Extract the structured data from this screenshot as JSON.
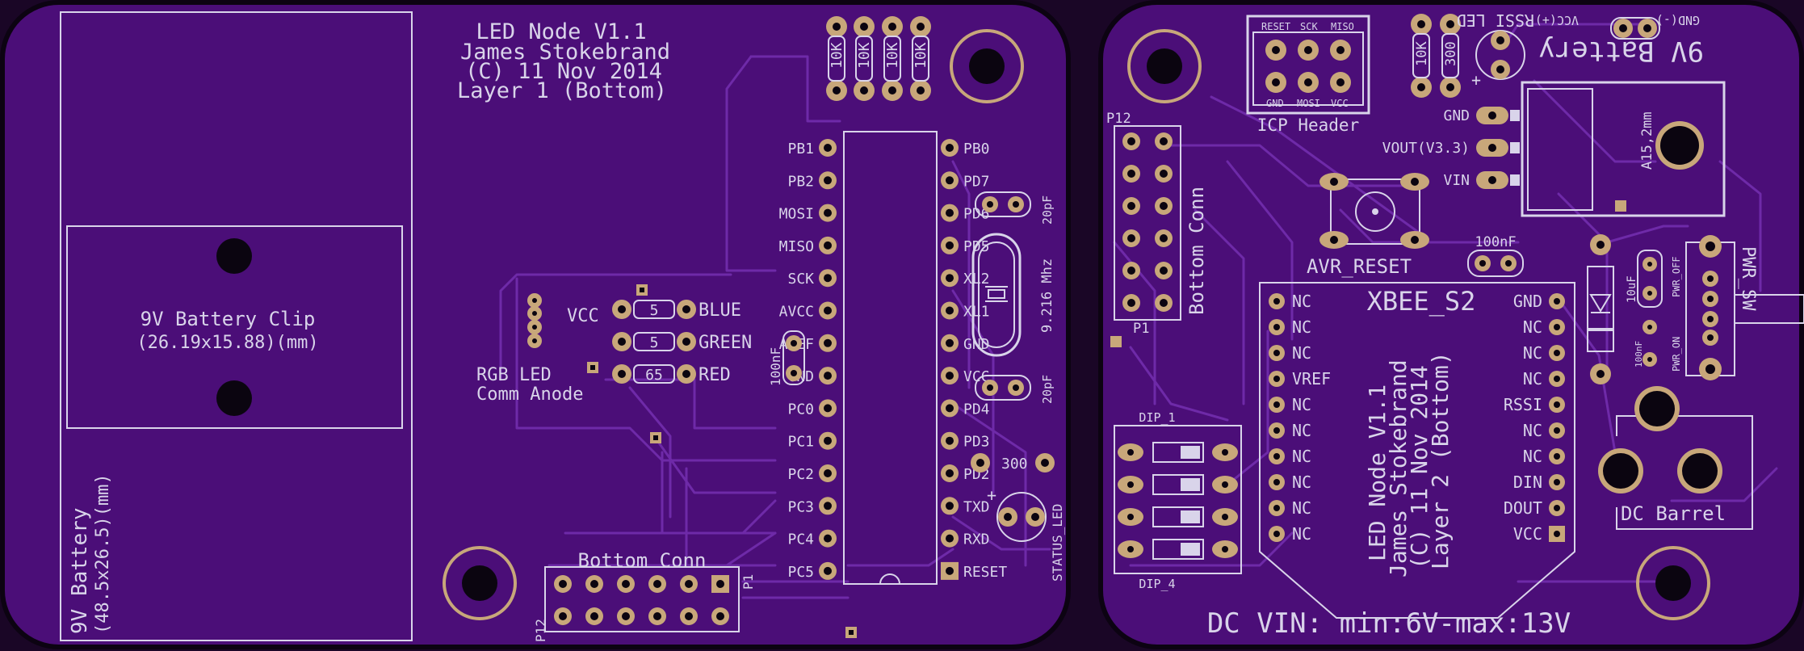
{
  "colors": {
    "board": "#4b0e78",
    "trace": "#6e2aa8",
    "silkscreen": "#d9d4ea",
    "pad": "#c8a77a",
    "hole": "#0b0510",
    "background": "#1a0626"
  },
  "layer1": {
    "title": [
      "LED Node V1.1",
      "James Stokebrand",
      "(C) 11 Nov 2014",
      "Layer 1 (Bottom)"
    ],
    "battery_clip": [
      "9V Battery Clip",
      "(26.19x15.88)(mm)"
    ],
    "battery": [
      "9V Battery",
      "(48.5x26.5)(mm)"
    ],
    "resistors_top": [
      "10K",
      "10K",
      "10K",
      "10K"
    ],
    "mcu_left_pins": [
      "PB1",
      "PB2",
      "MOSI",
      "MISO",
      "SCK",
      "AVCC",
      "AREF",
      "GND",
      "PC0",
      "PC1",
      "PC2",
      "PC3",
      "PC4",
      "PC5"
    ],
    "mcu_right_pins": [
      "PB0",
      "PD7",
      "PD6",
      "PD5",
      "XL2",
      "XL1",
      "GND",
      "VCC",
      "PD4",
      "PD3",
      "PD2",
      "TXD",
      "RXD",
      "RESET"
    ],
    "rgb_vcc": "VCC",
    "rgb_resistors": [
      {
        "value": "5",
        "color": "BLUE"
      },
      {
        "value": "5",
        "color": "GREEN"
      },
      {
        "value": "65",
        "color": "RED"
      }
    ],
    "rgb_label": [
      "RGB LED",
      "Comm Anode"
    ],
    "crystal": "9.216 Mhz",
    "cap_20pf": "20pF",
    "cap_100nf": "100nF",
    "status_res": "300",
    "status_led": "STATUS_LED",
    "bottom_conn": "Bottom Conn",
    "p1": "P1",
    "p12": "P12",
    "plus": "+"
  },
  "layer2": {
    "title": [
      "LED Node V1.1",
      "James Stokebrand",
      "(C) 11 Nov 2014",
      "Layer 2 (Bottom)"
    ],
    "icp_top": [
      "RESET",
      "SCK",
      "MISO"
    ],
    "icp_bottom": [
      "GND",
      "MOSI",
      "VCC"
    ],
    "icp_header": "ICP Header",
    "rssi_led": "RSSI LED",
    "resistors": [
      "10K",
      "300"
    ],
    "battery_label": "9V Battery",
    "vcc_plus": "VCC(+)",
    "gnd_minus": "GND(-)",
    "regulator_pins": [
      "GND",
      "VOUT(V3.3)",
      "VIN"
    ],
    "regulator_part": "A15,2mm",
    "avr_reset": "AVR_RESET",
    "cap_100nf": "100nF",
    "cap_10uf": "10uF",
    "xbee": "XBEE_S2",
    "xbee_left": [
      "NC",
      "NC",
      "NC",
      "VREF",
      "NC",
      "NC",
      "NC",
      "NC",
      "NC",
      "NC"
    ],
    "xbee_right": [
      "GND",
      "NC",
      "NC",
      "NC",
      "RSSI",
      "NC",
      "NC",
      "DIN",
      "DOUT",
      "VCC"
    ],
    "bottom_conn": "Bottom Conn",
    "p12": "P12",
    "p1": "P1",
    "dip_top": "DIP_1",
    "dip_bottom": "DIP_4",
    "pwr_off": "PWR_OFF",
    "pwr_on": "PWR_ON",
    "pwr_sw": "PWR_SW",
    "dc_barrel": "DC Barrel",
    "dc_vin": "DC VIN: min:6V-max:13V",
    "plus": "+"
  }
}
